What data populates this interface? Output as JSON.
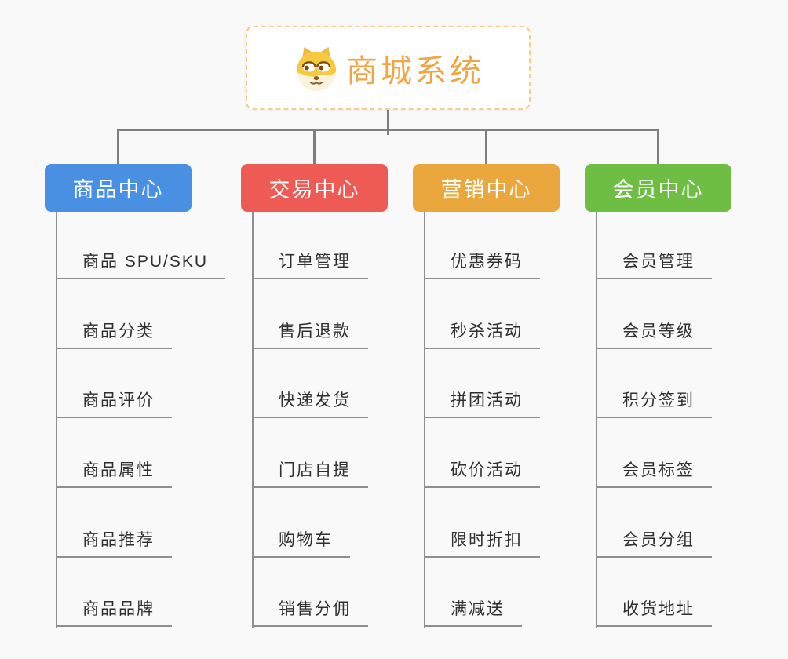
{
  "root": {
    "title": "商城系统",
    "icon": "dog-face-icon"
  },
  "branches": [
    {
      "id": "product-center",
      "label": "商品中心",
      "color": "#4a90e2",
      "children": [
        "商品 SPU/SKU",
        "商品分类",
        "商品评价",
        "商品属性",
        "商品推荐",
        "商品品牌"
      ]
    },
    {
      "id": "trade-center",
      "label": "交易中心",
      "color": "#ee5b55",
      "children": [
        "订单管理",
        "售后退款",
        "快递发货",
        "门店自提",
        "购物车",
        "销售分佣"
      ]
    },
    {
      "id": "marketing-center",
      "label": "营销中心",
      "color": "#e9a73d",
      "children": [
        "优惠券码",
        "秒杀活动",
        "拼团活动",
        "砍价活动",
        "限时折扣",
        "满减送"
      ]
    },
    {
      "id": "member-center",
      "label": "会员中心",
      "color": "#6fbe44",
      "children": [
        "会员管理",
        "会员等级",
        "积分签到",
        "会员标签",
        "会员分组",
        "收货地址"
      ]
    }
  ],
  "colors": {
    "background": "#f9f9f9",
    "root_text": "#f0a546",
    "root_border": "#f5cb8e",
    "connector": "#7f7f7f",
    "leaf_line": "#8f8f8f",
    "leaf_text": "#2f2f2f"
  }
}
